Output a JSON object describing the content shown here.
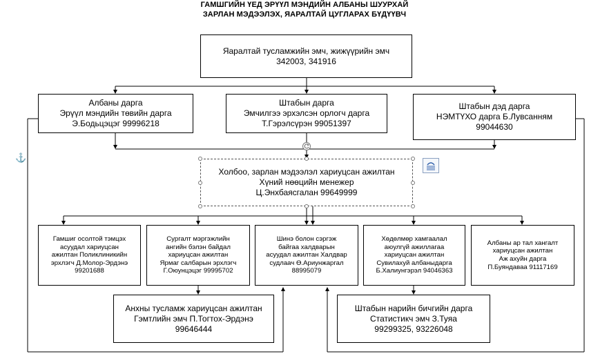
{
  "title": {
    "line1": "ГАМШГИЙН ҮЕД ЭРҮҮЛ МЭНДИЙН АЛБАНЫ ШУУРХАЙ",
    "line2": "ЗАРЛАН МЭДЭЭЛЭХ, ЯАРАЛТАЙ ЦУГЛАРАХ БҮДҮҮВЧ"
  },
  "top_box": {
    "line1": "Яаралтай тусламжийн эмч, жижүүрийн эмч",
    "line2": "342003, 341916"
  },
  "row2": [
    {
      "line1": "Албаны дарга",
      "line2": "Эрүүл мэндийн төвийн дарга",
      "line3": "Э.Бодьцэцэг 99996218"
    },
    {
      "line1": "Штабын дарга",
      "line2": "Эмчилгээ эрхэлсэн орлогч дарга",
      "line3": "Т.Гэрэлсүрэн 99051397"
    },
    {
      "line1": "Штабын  дэд дарга",
      "line2": "НЭМТҮХО дарга Б.Лувсанням",
      "line3": "99044630"
    }
  ],
  "center_box": {
    "line1": "Холбоо, зарлан мэдээлэл хариуцсан ажилтан",
    "line2": "Хүний нөөцийн менежер",
    "line3": "Ц.Энхбаясгалан 99649999"
  },
  "row4": [
    {
      "lines": [
        "Гамшиг осолтой тэмцэх",
        "асуудал хариуцсан",
        "ажилтан Поликлиникийн",
        "эрхлэгч Д.Молор-Эрдэнэ",
        "99201688"
      ]
    },
    {
      "lines": [
        "Сургалт мэргэжлийн",
        "ангийн бэлэн байдал",
        "хариуцсан ажилтан",
        "Ярмаг салбарын эрхлэгч",
        "Г.Оюунцэцэг 99995702"
      ]
    },
    {
      "lines": [
        "Шинэ болон сэргэж",
        "байгаа халдварын",
        "асуудал ажилтан Халдвар",
        "судлаач Ө.Ариунжаргал",
        "88995079"
      ]
    },
    {
      "lines": [
        "Хөдөлмөр хамгаалал",
        "аюулгүй ажиллагаа",
        "хариуцсан ажилтан",
        "Сувилахуй албаныдарга",
        "Б.Халиунгэрэл 94046363"
      ]
    },
    {
      "lines": [
        "Албаны ар тал хангалт",
        "хариуцсан ажилтан",
        "Аж ахуйн дарга",
        "П.Буяндаваа 91117169"
      ]
    }
  ],
  "row5": [
    {
      "line1": "Анхны тусламж хариуцсан ажилтан",
      "line2": "Гэмтлийн эмч П.Тогтох-Эрдэнэ",
      "line3": "99646444"
    },
    {
      "line1": "Штабын нарийн бичгийн дарга",
      "line2": "Статистикч эмч З.Туяа",
      "line3": "99299325, 93226048"
    }
  ],
  "icons": {
    "anchor": "anchor-icon",
    "layout": "layout-options-icon",
    "rotate": "rotate-handle-icon"
  },
  "colors": {
    "line": "#000000",
    "anchor": "#2a5ba8"
  }
}
